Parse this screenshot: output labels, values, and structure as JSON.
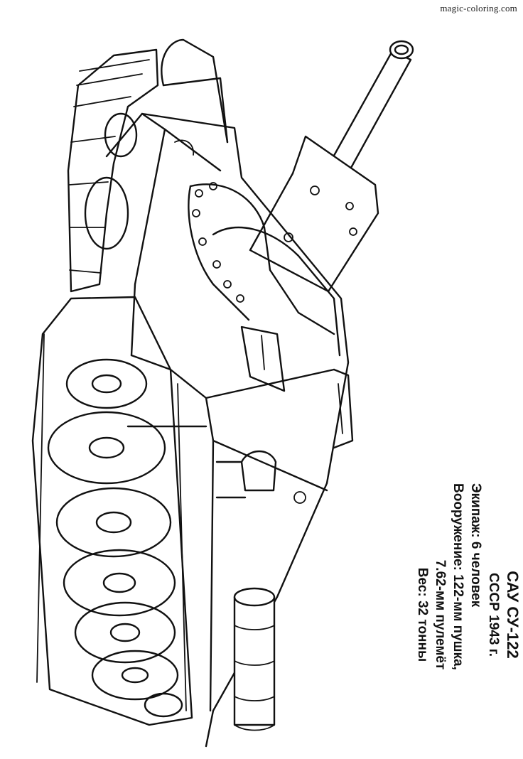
{
  "watermark": "magic-coloring.com",
  "caption": {
    "title": "САУ СУ-122",
    "country_year": "СССР 1943 г.",
    "crew": "Экипаж: 6 человек",
    "armament": "Вооружение: 122-мм пушка,",
    "armament_2": "7.62-мм пулемёт",
    "weight": "Вес: 32 тонны"
  }
}
